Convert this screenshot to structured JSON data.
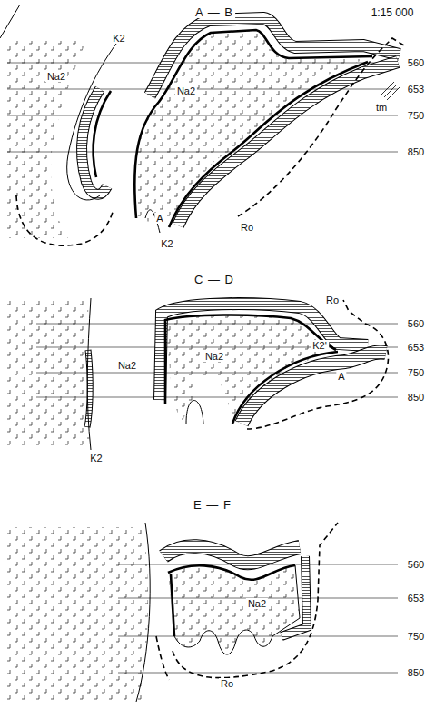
{
  "diagram": {
    "labels": [
      "A — B",
      "1:15 000",
      "K2",
      "Na2",
      "Na2",
      "560",
      "653",
      "750",
      "850",
      "tm",
      "Ro",
      "A",
      "K2",
      "C — D",
      "Ro",
      "560",
      "K2'",
      "653",
      "Na2",
      "Na2",
      "A",
      "750",
      "850",
      "K2",
      "E — F",
      "560",
      "653",
      "Na2",
      "750",
      "850",
      "Ro"
    ]
  }
}
